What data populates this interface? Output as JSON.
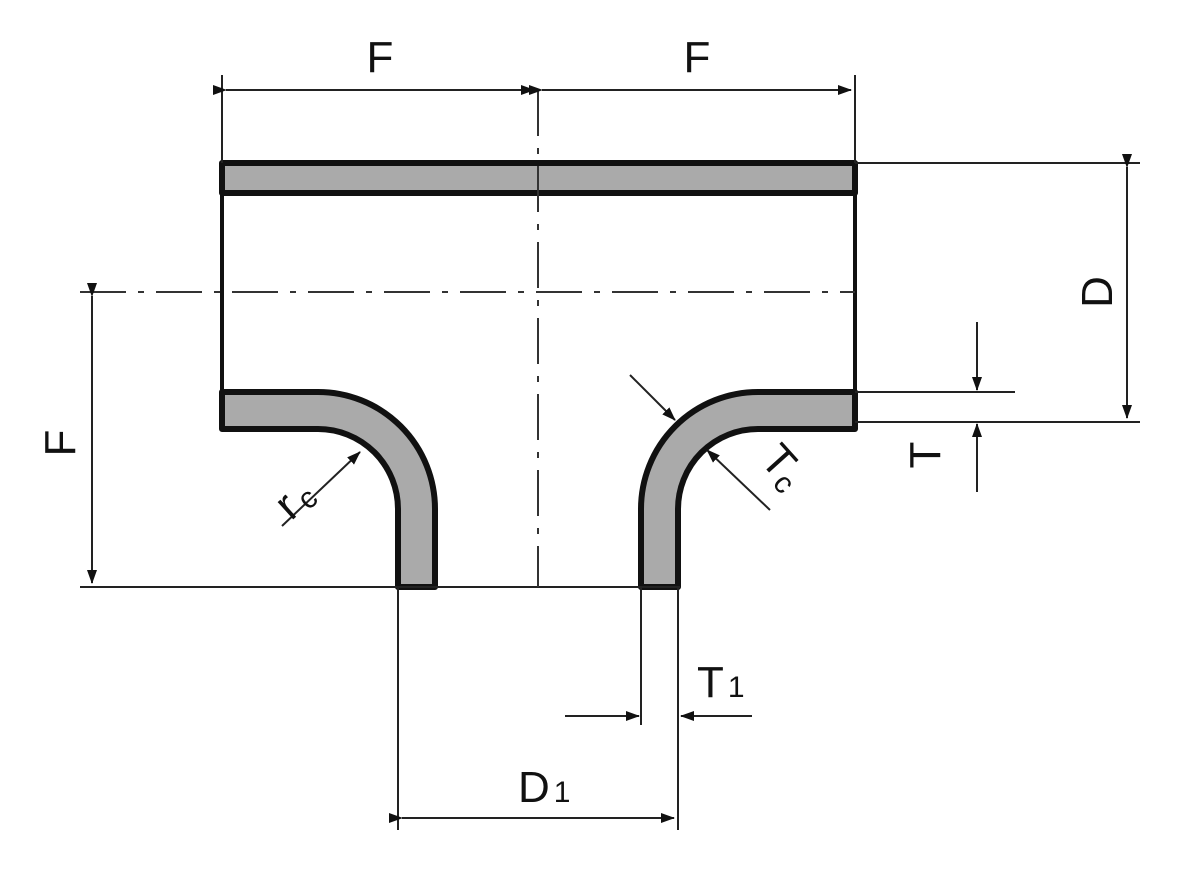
{
  "labels": {
    "f_top_left": "F",
    "f_top_right": "F",
    "f_side": "F",
    "d": "D",
    "t": "T",
    "t1_main": "T",
    "t1_sub": "1",
    "d1_main": "D",
    "d1_sub": "1",
    "rc_main": "r",
    "rc_sub": "c",
    "tc_main": "T",
    "tc_sub": "c"
  },
  "colors": {
    "wall_fill": "#aaaaaa",
    "line": "#111111"
  }
}
